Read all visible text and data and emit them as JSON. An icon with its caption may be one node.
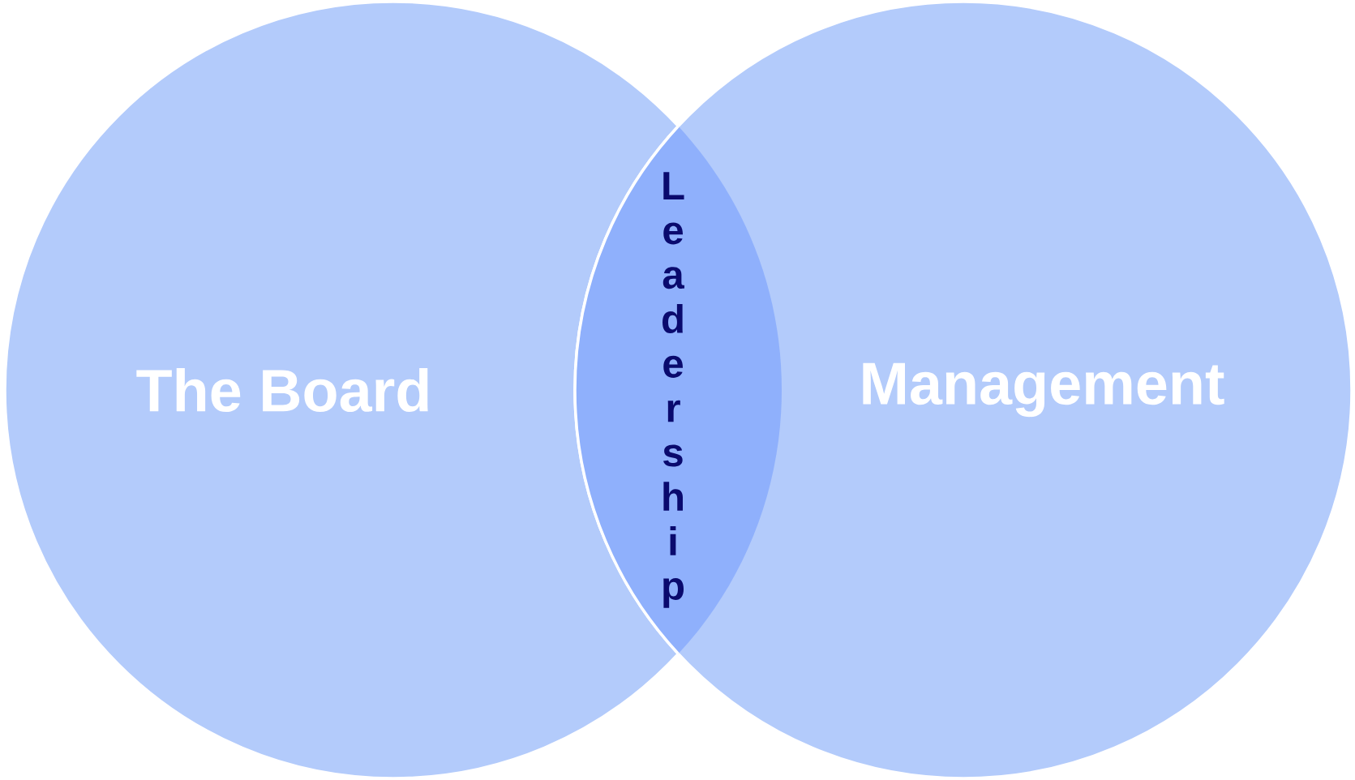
{
  "diagram": {
    "nodes": [
      {
        "text": [
          "The Board"
        ]
      },
      {
        "text": [
          "Management"
        ]
      },
      {
        "text": [
          "Leadership"
        ]
      }
    ]
  }
}
